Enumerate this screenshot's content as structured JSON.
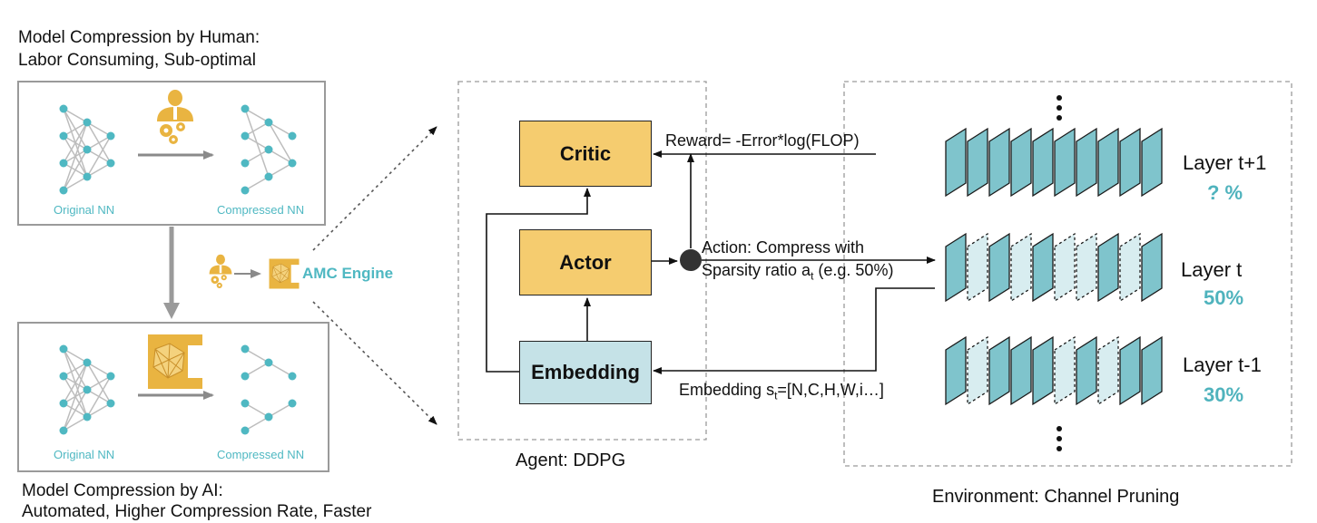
{
  "human": {
    "title_line1": "Model Compression by Human:",
    "title_line2": "Labor Consuming, Sub-optimal",
    "label_original": "Original NN",
    "label_compressed": "Compressed NN"
  },
  "ai": {
    "title_line1": "Model Compression by AI:",
    "title_line2": "Automated, Higher Compression Rate, Faster",
    "label_original": "Original NN",
    "label_compressed": "Compressed NN"
  },
  "engine": {
    "label": "AMC Engine"
  },
  "agent": {
    "caption": "Agent: DDPG",
    "critic": "Critic",
    "actor": "Actor",
    "embedding": "Embedding"
  },
  "flows": {
    "reward": "Reward= -Error*log(FLOP)",
    "action_line1": "Action: Compress with",
    "action_line2_pre": "Sparsity ratio a",
    "action_line2_sub": "t",
    "action_line2_post": " (e.g. 50%)",
    "embed_pre": "Embedding s",
    "embed_sub": "t",
    "embed_post": "=[N,C,H,W,i…]"
  },
  "environment": {
    "caption": "Environment: Channel Pruning",
    "layers": [
      {
        "name": "Layer t+1",
        "percent": "? %"
      },
      {
        "name": "Layer t",
        "percent": "50%"
      },
      {
        "name": "Layer t-1",
        "percent": "30%"
      }
    ]
  },
  "colors": {
    "teal": "#4fb8c2",
    "teal_fill": "#7fc4cc",
    "teal_light": "#d8edf0",
    "gold": "#f5cc6f",
    "gold_icon": "#e9b441",
    "embed_fill": "#c5e2e7",
    "gray_border": "#9a9a9a",
    "dash_gray": "#aaaaaa"
  },
  "icons": [
    "person-gear-icon",
    "amc-engine-icon",
    "dots-vertical-icon"
  ]
}
